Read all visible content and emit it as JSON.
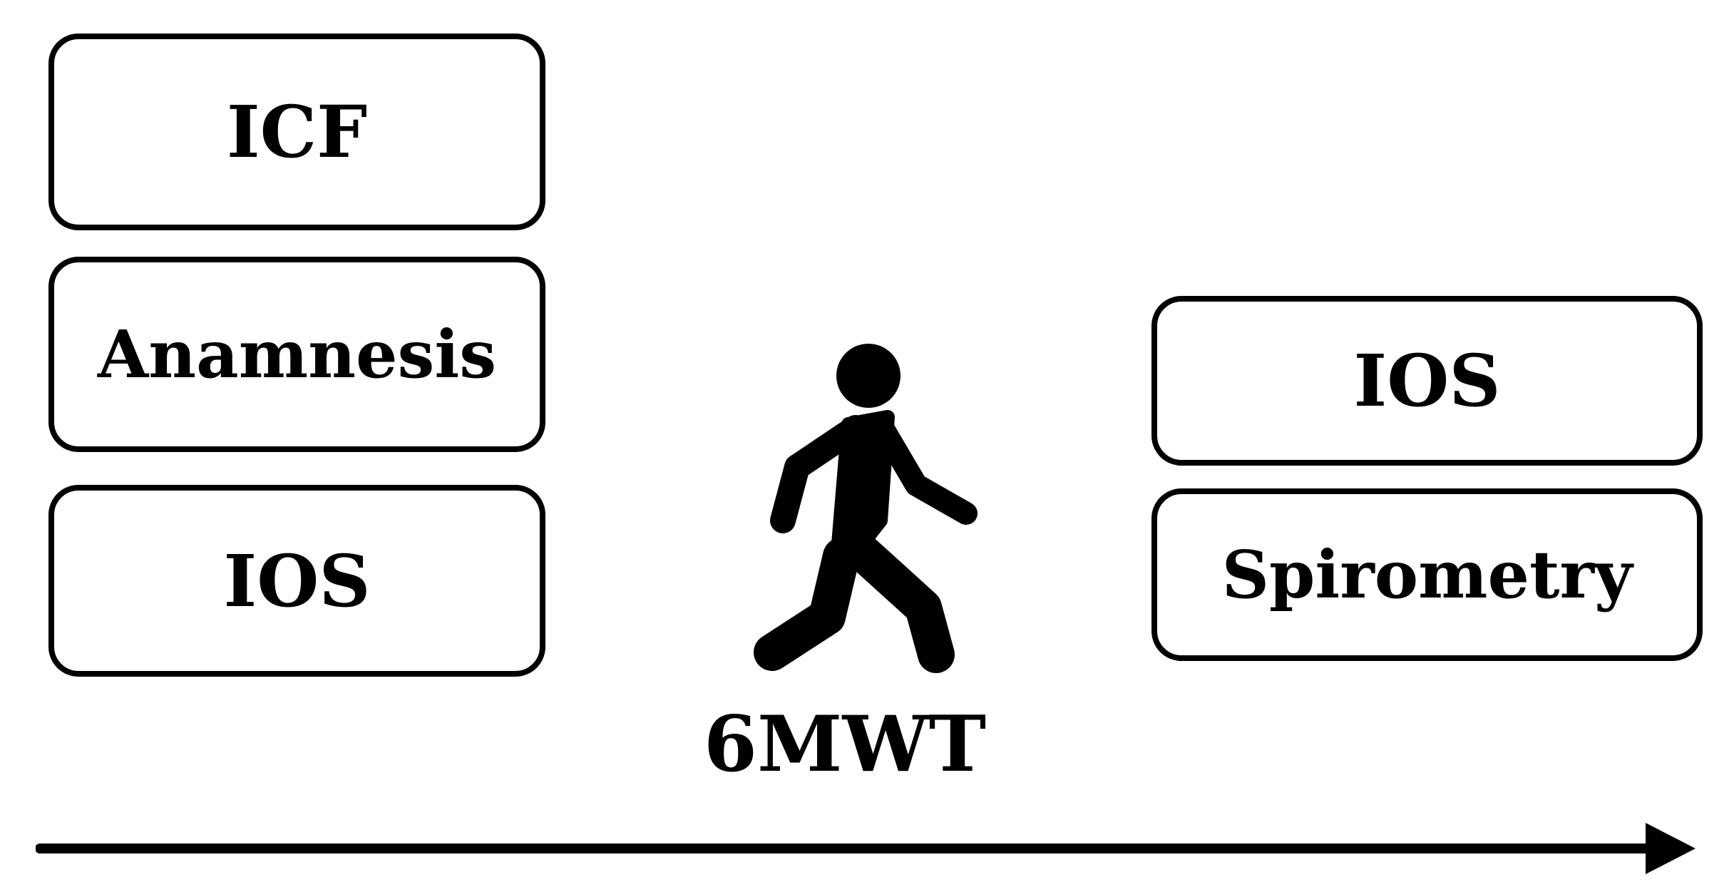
{
  "before_walk": {
    "items": [
      {
        "label": "ICF"
      },
      {
        "label": "Anamnesis"
      },
      {
        "label": "IOS"
      }
    ]
  },
  "walk_test": {
    "label": "6MWT",
    "icon": "walking-person-icon"
  },
  "after_walk": {
    "items": [
      {
        "label": "IOS"
      },
      {
        "label": "Spirometry"
      }
    ]
  },
  "timeline": {
    "icon": "right-arrow-icon",
    "color": "#000000"
  }
}
